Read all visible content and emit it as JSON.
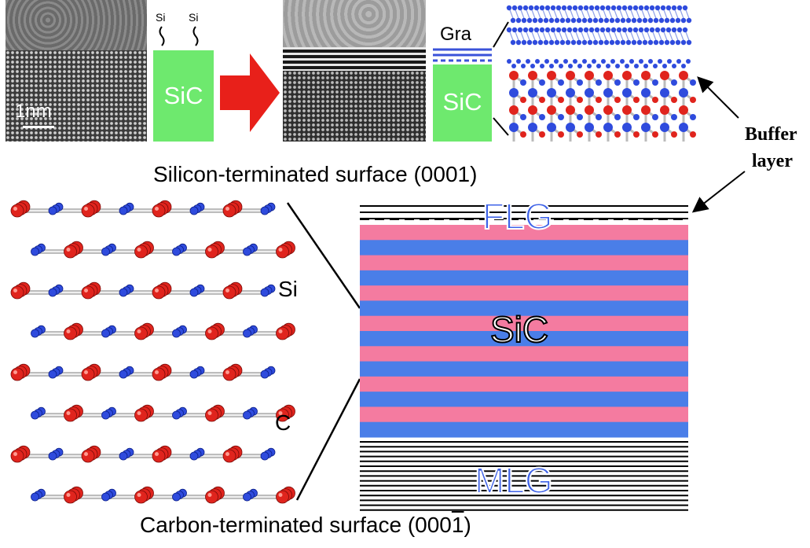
{
  "top_left": {
    "scale_bar": "1nm",
    "pre_surface_labels": [
      "Si",
      "Si"
    ],
    "substrate": "SiC"
  },
  "top_right": {
    "graphene_label": "Gra",
    "substrate": "SiC"
  },
  "buffer_annotation": {
    "line1": "Buffer",
    "line2": "layer"
  },
  "surfaces": {
    "top": "Silicon-terminated surface (0001)",
    "bottom": "Carbon-terminated surface (000",
    "bottom_overline": "1",
    "bottom_close": ")"
  },
  "atoms": {
    "si": "Si",
    "c": "C"
  },
  "stack": {
    "top_layer": "FLG",
    "middle": "SiC",
    "bottom_layer": "MLG"
  },
  "colors": {
    "si_atom": "#e0241d",
    "c_atom": "#2f4bdd",
    "sic_pink": "#f47ba0",
    "sic_blue": "#4a7ee8",
    "green_block": "#6ee96e",
    "arrow_red": "#e8201a"
  }
}
